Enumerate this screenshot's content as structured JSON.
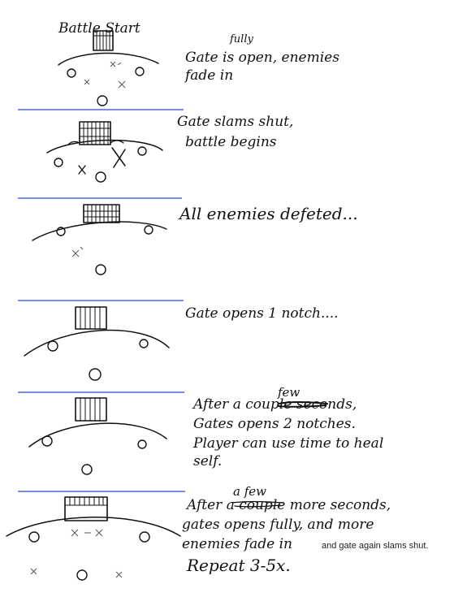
{
  "title": "Battle Start",
  "panels": [
    {
      "lines": [
        "Gate is open, enemies",
        "fade in"
      ],
      "insert": "fully"
    },
    {
      "lines": [
        "Gate slams shut,",
        "battle begins"
      ]
    },
    {
      "lines": [
        "All enemies defeted..."
      ]
    },
    {
      "lines": [
        "Gate opens 1 notch...."
      ]
    },
    {
      "lines": [
        "After a couple seconds,",
        "Gates opens 2 notches.",
        "Player can use time to heal",
        "self."
      ],
      "insert": "few"
    },
    {
      "lines": [
        "After a couple more seconds,",
        "gates opens fully, and more",
        "enemies fade in"
      ],
      "insert": "a few",
      "typed_note": "and gate again slams shut.",
      "final": "Repeat 3-5x."
    }
  ]
}
